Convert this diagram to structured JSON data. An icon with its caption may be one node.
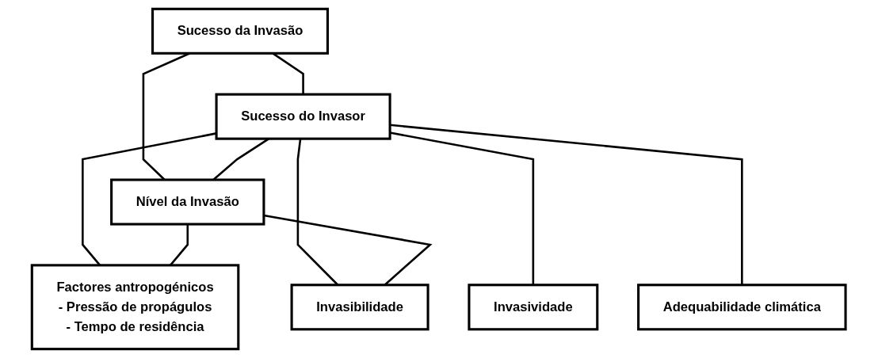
{
  "diagram": {
    "nodes": [
      {
        "text": [
          "Sucesso da Invasão"
        ]
      },
      {
        "text": [
          "Sucesso do Invasor"
        ]
      },
      {
        "text": [
          "Nível da Invasão"
        ]
      },
      {
        "text": [
          "Invasividade"
        ]
      },
      {
        "text": [
          "Adequabilidade climática"
        ]
      },
      {
        "text": [
          "Factores antropogénicos",
          "- Pressão de propágulos",
          "- Tempo de residência"
        ]
      },
      {
        "text": [
          "Invasibilidade"
        ]
      }
    ],
    "edges": [
      {
        "from": 0,
        "to": 1,
        "arrow": "none"
      },
      {
        "from": 0,
        "to": 2,
        "arrow": "none"
      },
      {
        "from": 1,
        "to": 2,
        "arrow": "none"
      },
      {
        "from": 1,
        "to": 3,
        "arrow": "none"
      },
      {
        "from": 1,
        "to": 4,
        "arrow": "none"
      },
      {
        "from": 1,
        "to": 5,
        "arrow": "none"
      },
      {
        "from": 1,
        "to": 6,
        "arrow": "none"
      },
      {
        "from": 2,
        "to": 5,
        "arrow": "none"
      },
      {
        "from": 2,
        "to": 6,
        "arrow": "none"
      }
    ]
  }
}
